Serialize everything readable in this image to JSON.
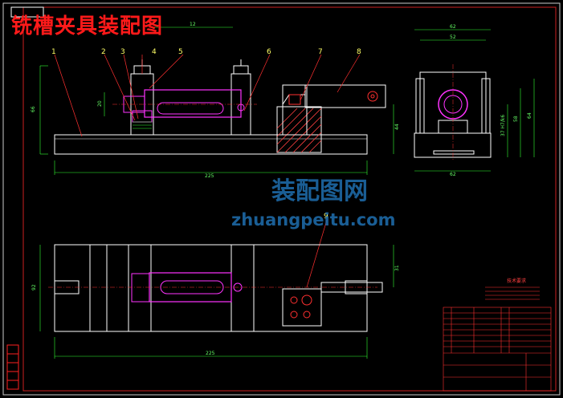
{
  "title": "铣槽夹具装配图",
  "watermark": {
    "cn": "装配图网",
    "en": "zhuangpeitu.com"
  },
  "part_labels": [
    "1",
    "2",
    "3",
    "4",
    "5",
    "6",
    "7",
    "8",
    "9"
  ],
  "dims": {
    "top_width": "225",
    "top_height": "66",
    "top_right": "44",
    "top_c": "12",
    "top_small": "20",
    "bottom_width": "225",
    "bottom_height": "92",
    "bottom_right": "31",
    "side_top": "62",
    "side_second": "52",
    "side_bottom": "62",
    "side_h1": "64",
    "side_h2": "58",
    "side_h3": "37 H7/k6"
  },
  "notes_title": "技术要求",
  "colors": {
    "outline": "#ffffff",
    "magenta": "#ff33ff",
    "red": "#ff2020",
    "dim": "#33ff33",
    "leader": "#ff3030",
    "hatch": "#ff4040"
  }
}
